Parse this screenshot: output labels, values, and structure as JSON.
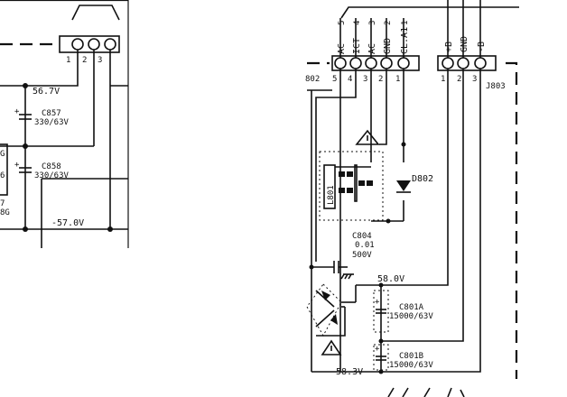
{
  "left_panel": {
    "connector_pins": [
      "1",
      "2",
      "3"
    ],
    "voltage_top": "56.7V",
    "voltage_bottom": "-57.0V",
    "cap_c857": {
      "ref": "C857",
      "value": "330/63V"
    },
    "cap_c858": {
      "ref": "C858",
      "value": "330/63V"
    },
    "partial_labels": [
      "G",
      "6",
      "7",
      "8G"
    ]
  },
  "right_panel": {
    "left_connector": {
      "ref": "802",
      "pin_names": [
        "AC",
        "ICT",
        "AC",
        "GND",
        "CL.A1"
      ],
      "pin_numbers_top": [
        "5",
        "4",
        "3",
        "2",
        "1"
      ],
      "pin_numbers_bottom": [
        "5",
        "4",
        "3",
        "2",
        "1"
      ]
    },
    "right_connector": {
      "ref": "J803",
      "pin_names": [
        "+B",
        "GND",
        "-B"
      ],
      "pin_numbers": [
        "1",
        "2",
        "3"
      ]
    },
    "transformer": {
      "ref": "L801"
    },
    "diode": {
      "ref": "D802"
    },
    "cap_c804": {
      "ref": "C804",
      "value": "0.01",
      "rating": "500V"
    },
    "voltage_pos": "58.0V",
    "voltage_neg": "-58.3V",
    "cap_c801a": {
      "ref": "C801A",
      "value": "15000/63V"
    },
    "cap_c801b": {
      "ref": "C801B",
      "value": "15000/63V"
    }
  }
}
